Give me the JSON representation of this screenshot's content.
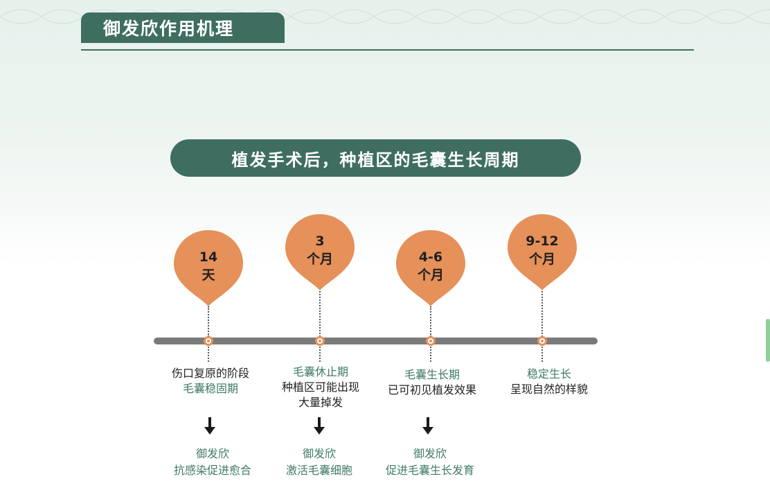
{
  "header": {
    "title": "御发欣作用机理"
  },
  "subtitle_pill": {
    "text": "植发手术后，种植区的毛囊生长周期"
  },
  "colors": {
    "accent_green": "#3f6e60",
    "pin_orange": "#e6905a",
    "timeline_gray": "#7a7a7a"
  },
  "stages": [
    {
      "pin_line1": "14",
      "pin_line2": "天",
      "caption_line1": "伤口复原的阶段",
      "caption_line2": "毛囊稳固期",
      "caption_line3": "",
      "has_result": true,
      "result_line1": "御发欣",
      "result_line2": "抗感染促进愈合"
    },
    {
      "pin_line1": "3",
      "pin_line2": "个月",
      "caption_line1": "毛囊休止期",
      "caption_line2": "种植区可能出现",
      "caption_line3": "大量掉发",
      "has_result": true,
      "result_line1": "御发欣",
      "result_line2": "激活毛囊细胞"
    },
    {
      "pin_line1": "4-6",
      "pin_line2": "个月",
      "caption_line1": "毛囊生长期",
      "caption_line2": "已可初见植发效果",
      "caption_line3": "",
      "has_result": true,
      "result_line1": "御发欣",
      "result_line2": "促进毛囊生长发育"
    },
    {
      "pin_line1": "9-12",
      "pin_line2": "个月",
      "caption_line1": "稳定生长",
      "caption_line2": "呈现自然的样貌",
      "caption_line3": "",
      "has_result": false,
      "result_line1": "",
      "result_line2": ""
    }
  ],
  "icons": {
    "down_arrow": "down-arrow-icon",
    "timeline_node": "timeline-node-icon"
  }
}
